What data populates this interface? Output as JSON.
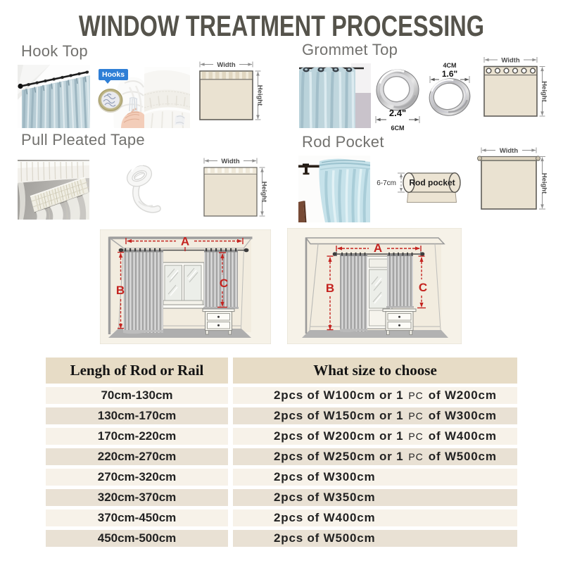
{
  "title": "WINDOW TREATMENT PROCESSING",
  "sections": {
    "hook_top": {
      "label": "Hook Top"
    },
    "grommet_top": {
      "label": "Grommet Top"
    },
    "pull_pleated_tape": {
      "label": "Pull Pleated Tape"
    },
    "rod_pocket": {
      "label": "Rod Pocket"
    }
  },
  "badges": {
    "hooks": "Hooks"
  },
  "diagram": {
    "width_label": "Width",
    "height_label": "Height"
  },
  "grommet_dims": {
    "outer_inch": "2.4\"",
    "outer_cm": "6CM",
    "inner_cm": "4CM",
    "inner_inch": "1.6\""
  },
  "rod_pocket_diagram": {
    "label": "Rod pocket",
    "depth": "6-7cm"
  },
  "window_measures": {
    "a": "A",
    "b": "B",
    "c": "C"
  },
  "size_table": {
    "headers": [
      "Lengh of Rod or Rail",
      "What size to choose"
    ],
    "rows": [
      {
        "rod": "70cm-130cm",
        "size": "2pcs of W100cm or 1 PC of W200cm"
      },
      {
        "rod": "130cm-170cm",
        "size": "2pcs of W150cm or 1 PC of W300cm"
      },
      {
        "rod": "170cm-220cm",
        "size": "2pcs of W200cm or 1 PC of W400cm"
      },
      {
        "rod": "220cm-270cm",
        "size": "2pcs of W250cm or 1 PC of W500cm"
      },
      {
        "rod": "270cm-320cm",
        "size": "2pcs of W300cm"
      },
      {
        "rod": "320cm-370cm",
        "size": "2pcs of W350cm"
      },
      {
        "rod": "370cm-450cm",
        "size": "2pcs of W400cm"
      },
      {
        "rod": "450cm-500cm",
        "size": "2pcs of W500cm"
      }
    ]
  },
  "colors": {
    "accent_red": "#c4231f",
    "beige_fill": "#eae2d1",
    "blue_badge": "#2f7fd6"
  }
}
